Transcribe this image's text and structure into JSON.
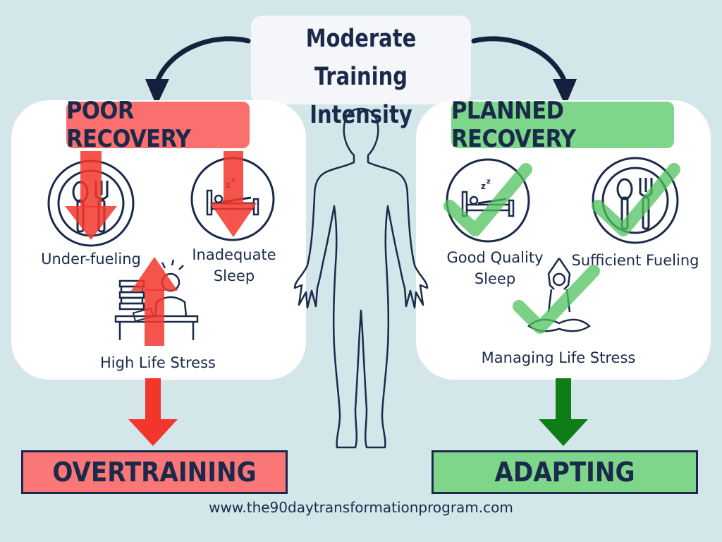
{
  "title": {
    "line1": "Moderate Training",
    "line2": "Intensity"
  },
  "poor": {
    "header": "POOR RECOVERY",
    "items": {
      "fuel": "Under-fueling",
      "sleep_1": "Inadequate",
      "sleep_2": "Sleep",
      "stress": "High Life Stress"
    },
    "result": "OVERTRAINING"
  },
  "planned": {
    "header": "PLANNED RECOVERY",
    "items": {
      "sleep_1": "Good Quality",
      "sleep_2": "Sleep",
      "fuel": "Sufficient Fueling",
      "stress": "Managing Life Stress"
    },
    "result": "ADAPTING"
  },
  "footer": {
    "url": "www.the90daytransformationprogram.com"
  },
  "colors": {
    "background": "#d3e6e9",
    "navy": "#1b2a4a",
    "red": "#fb6f6f",
    "green": "#7ed68a",
    "dark_green": "#0e7d16",
    "bright_red": "#f2362c"
  },
  "icons": [
    "curved-arrow-left-icon",
    "curved-arrow-right-icon",
    "human-silhouette-icon",
    "plate-utensils-icon",
    "bed-sleep-icon",
    "stressed-worker-icon",
    "meditation-icon",
    "down-arrow-icon",
    "checkmark-icon"
  ]
}
